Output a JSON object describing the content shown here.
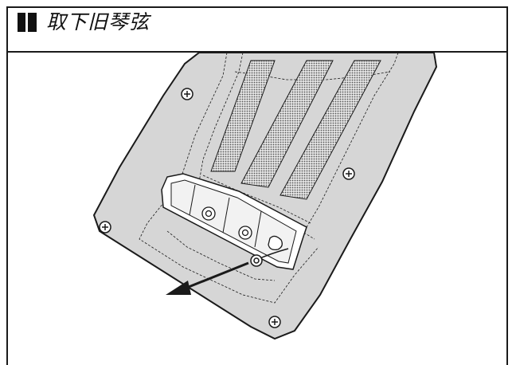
{
  "step": {
    "title": "取下旧琴弦",
    "marker_icon": "step-marker-icon"
  },
  "illustration": {
    "subject": "guitar-back-string-cover-diagram",
    "arrow_direction": "pull-left-down"
  },
  "colors": {
    "panel_fill": "#d6d6d6",
    "line": "#1a1a1a",
    "grille": "#555555"
  }
}
